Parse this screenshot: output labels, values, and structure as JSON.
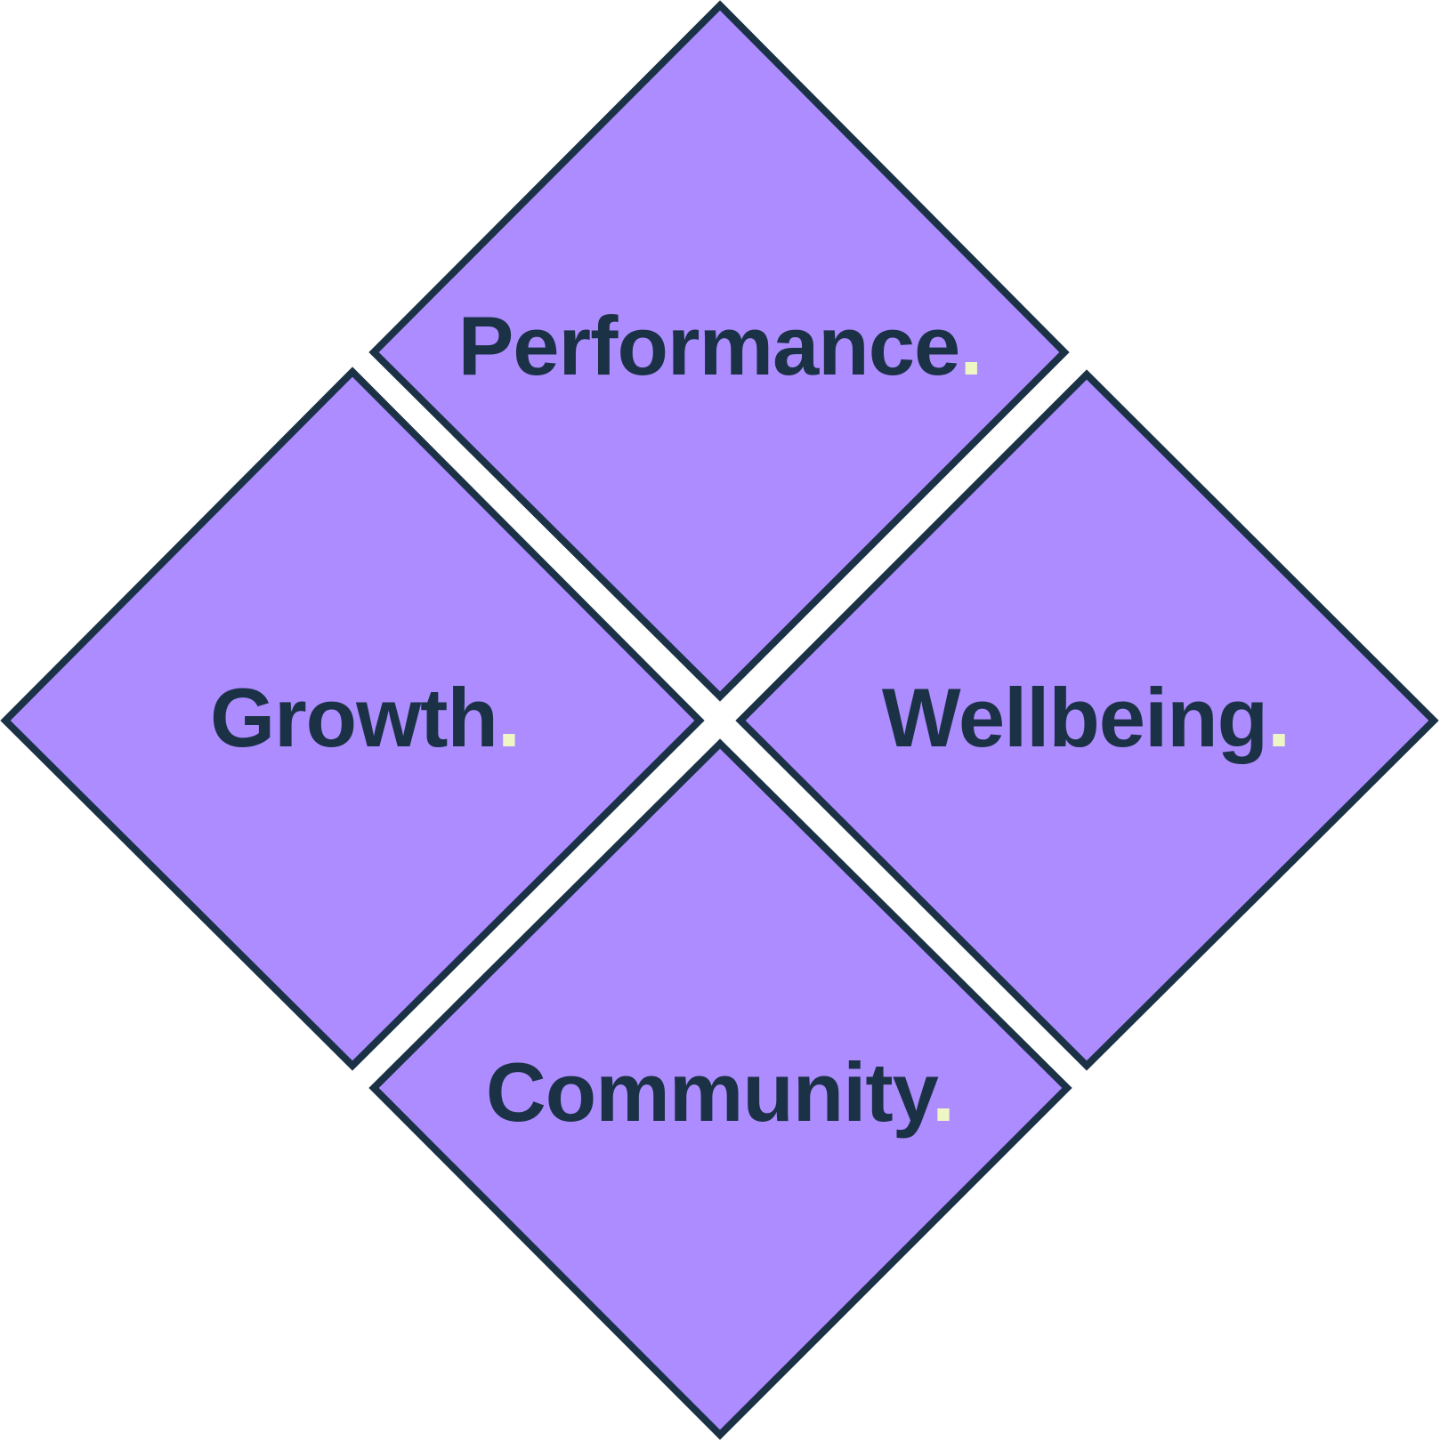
{
  "colors": {
    "tile_fill": "#ad8cff",
    "tile_stroke": "#1b3145",
    "text": "#1b3145",
    "dot": "#eef7c4",
    "background": "#ffffff"
  },
  "tiles": {
    "top": {
      "label": "Performance",
      "dot": "."
    },
    "left": {
      "label": "Growth",
      "dot": "."
    },
    "right": {
      "label": "Wellbeing",
      "dot": "."
    },
    "bottom": {
      "label": "Community",
      "dot": "."
    }
  }
}
